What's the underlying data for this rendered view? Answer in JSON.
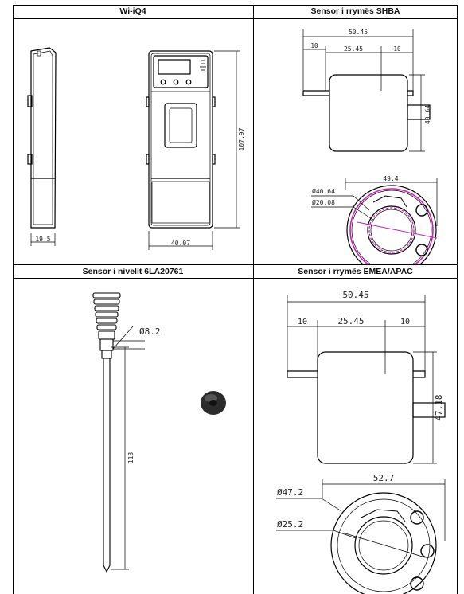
{
  "headers": {
    "top_left": "Wi-iQ4",
    "top_right": "Sensor i rrymës SHBA",
    "bottom_left": "Sensor i nivelit 6LA20761",
    "bottom_right": "Sensor i rrymës EMEA/APAC"
  },
  "wiiq4": {
    "dim_height": "107.97",
    "dim_side_width": "19.5",
    "dim_front_width": "40.07"
  },
  "shba": {
    "dim_total": "50.45",
    "dim_left": "10",
    "dim_mid": "25.45",
    "dim_right": "10",
    "dim_height": "40.64",
    "dia_outer": "Ø40.64",
    "dia_inner": "Ø20.08",
    "dim_ring": "49.4"
  },
  "level": {
    "dia": "Ø8.2",
    "length": "113"
  },
  "emea": {
    "dim_total": "50.45",
    "dim_left": "10",
    "dim_mid": "25.45",
    "dim_right": "10",
    "dim_height": "47.18",
    "dim_ring": "52.7",
    "dia_outer": "Ø47.2",
    "dia_inner": "Ø25.2"
  },
  "colors": {
    "line": "#000000",
    "highlight": "#c81fb4",
    "grommet": "#2b2b2b"
  }
}
